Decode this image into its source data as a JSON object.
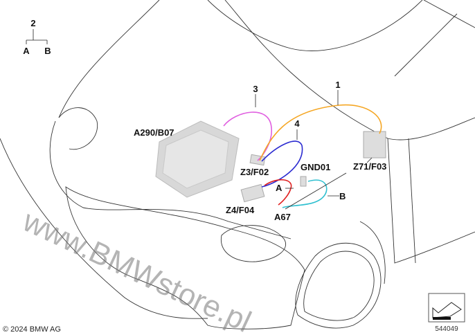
{
  "legend": {
    "parent": "2",
    "left": "A",
    "right": "B"
  },
  "callouts": {
    "item1": "1",
    "item3": "3",
    "item4": "4",
    "A": "A",
    "B": "B"
  },
  "components": {
    "a290": "A290/B07",
    "z3": "Z3/F02",
    "gnd": "GND01",
    "z71": "Z71/F03",
    "z4": "Z4/F04",
    "a67": "A67"
  },
  "wire_colors": {
    "item1": "#f5a623",
    "item3": "#e060e0",
    "item4": "#2a2ad0",
    "A": "#e02020",
    "B": "#30c0d0"
  },
  "watermark": "www.BMWstore.pl",
  "copyright": "© 2024 BMW AG",
  "diagram_number": "544049"
}
